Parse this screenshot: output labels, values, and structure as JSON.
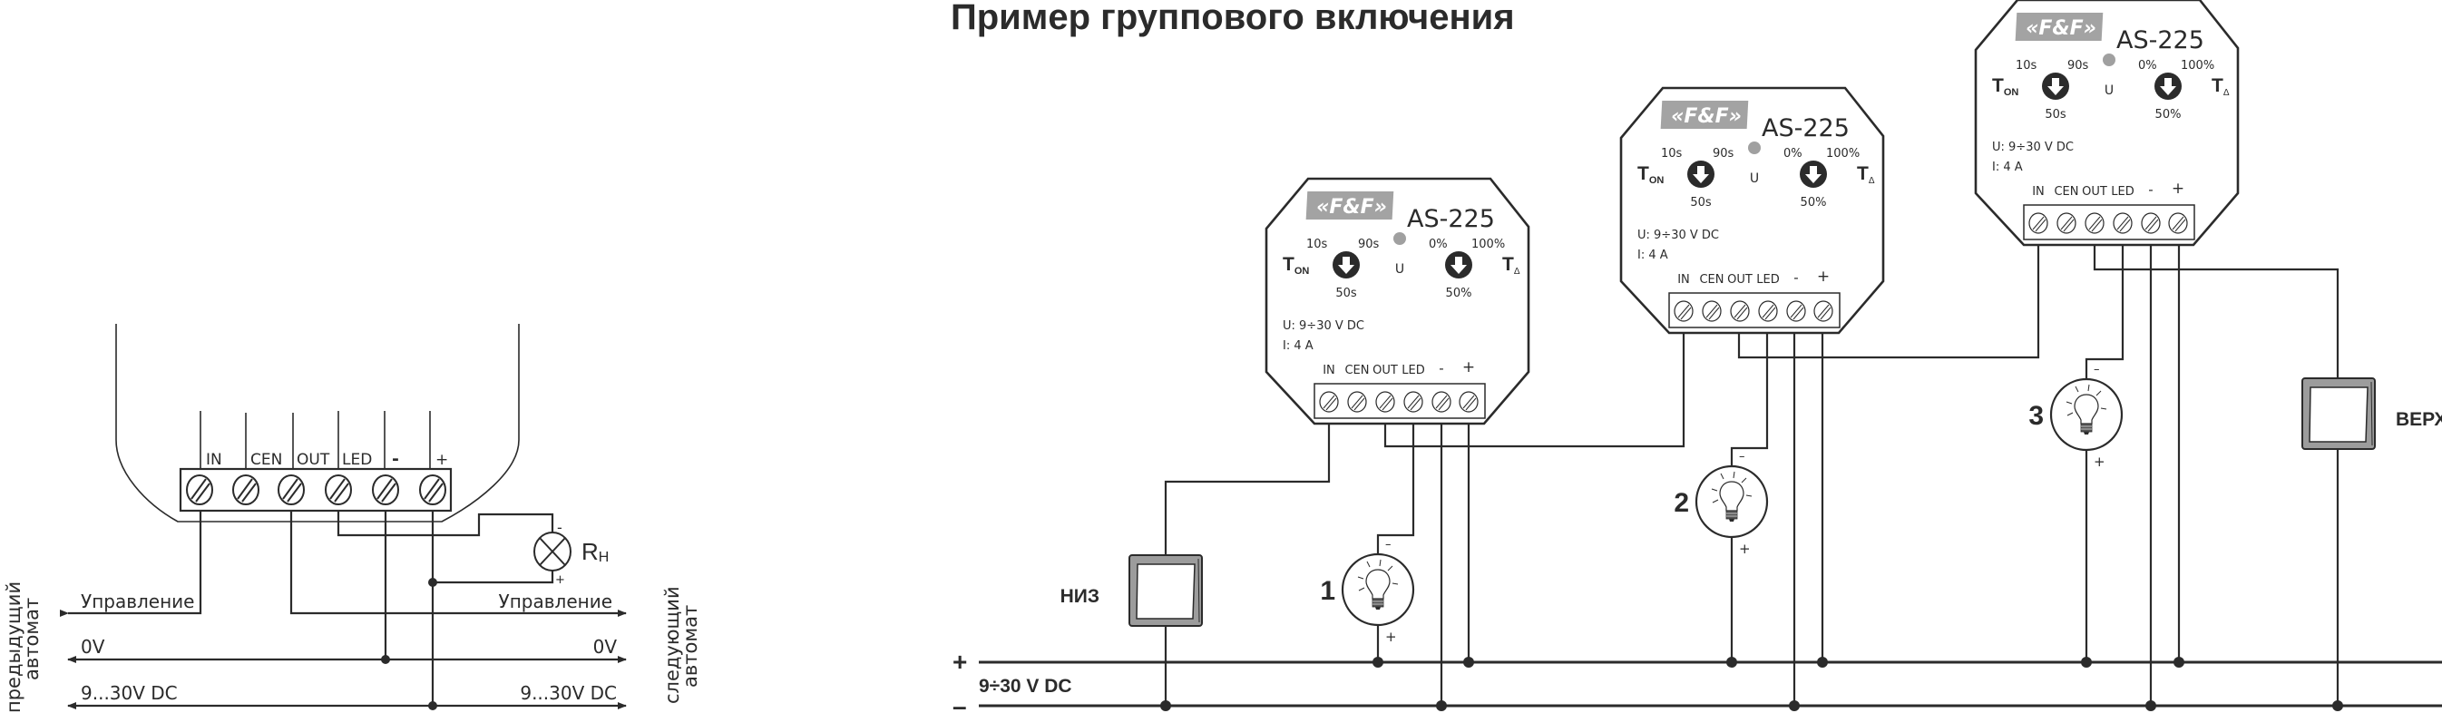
{
  "title": "Пример группового включения",
  "colors": {
    "ink": "#2b2b2b",
    "logo_bg": "#a3a3a3",
    "led": "#a0a0a0",
    "switch_frame": "#9c9c9c"
  },
  "left_diagram": {
    "terminals": [
      "IN",
      "CEN",
      "OUT",
      "LED",
      "-",
      "+"
    ],
    "load_label_main": "R",
    "load_label_sub": "H",
    "load_minus": "-",
    "load_plus": "+",
    "left_lines": {
      "control": "Управление",
      "zero": "0V",
      "supply": "9...30V DC"
    },
    "right_lines": {
      "control": "Управление",
      "zero": "0V",
      "supply": "9...30V DC"
    },
    "left_side_label": [
      "предыдущий",
      "автомат"
    ],
    "right_side_label": [
      "следующий",
      "автомат"
    ]
  },
  "device": {
    "logo": "«F&F»",
    "model": "AS-225",
    "t_on_main": "T",
    "t_on_sub": "ON",
    "t_delta_main": "T",
    "t_delta_sub": "Δ",
    "knob1": {
      "min": "10s",
      "max": "90s",
      "mid": "50s"
    },
    "led_label": "U",
    "knob2": {
      "min": "0%",
      "max": "100%",
      "mid": "50%"
    },
    "voltage": "U: 9÷30 V DC",
    "current": "I: 4 A",
    "terminals": [
      "IN",
      "CEN",
      "OUT",
      "LED",
      "-",
      "+"
    ]
  },
  "group_diagram": {
    "devices": [
      {
        "id": "device-1"
      },
      {
        "id": "device-2"
      },
      {
        "id": "device-3"
      }
    ],
    "lamps": [
      {
        "number": "1",
        "minus": "–",
        "plus": "+"
      },
      {
        "number": "2",
        "minus": "–",
        "plus": "+"
      },
      {
        "number": "3",
        "minus": "–",
        "plus": "+"
      }
    ],
    "switches": {
      "bottom": "НИЗ",
      "top": "ВЕРХ"
    },
    "rail_plus": "+",
    "rail_minus": "–",
    "supply_label": "9÷30 V DC"
  }
}
